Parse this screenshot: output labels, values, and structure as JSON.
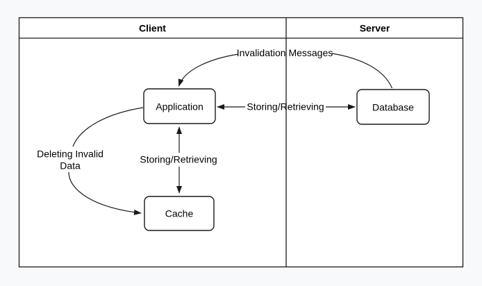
{
  "diagram": {
    "colors": {
      "page_background": "#f8f9fa",
      "surface": "#ffffff",
      "stroke": "#1a1a1a",
      "text": "#000000"
    },
    "lanes": [
      {
        "label": "Client"
      },
      {
        "label": "Server"
      }
    ],
    "nodes": [
      {
        "label": "Application"
      },
      {
        "label": "Cache"
      },
      {
        "label": "Database"
      }
    ],
    "edges": [
      {
        "label": "Invalidation Messages",
        "from": "Database",
        "to": "Application",
        "direction": "one-way"
      },
      {
        "label": "Storing/Retrieving",
        "from": "Application",
        "to": "Database",
        "direction": "two-way"
      },
      {
        "label": "Storing/Retrieving",
        "from": "Application",
        "to": "Cache",
        "direction": "two-way"
      },
      {
        "label": "Deleting Invalid Data",
        "lines": [
          "Deleting Invalid",
          "Data"
        ],
        "from": "Application",
        "to": "Cache",
        "direction": "one-way"
      }
    ]
  }
}
